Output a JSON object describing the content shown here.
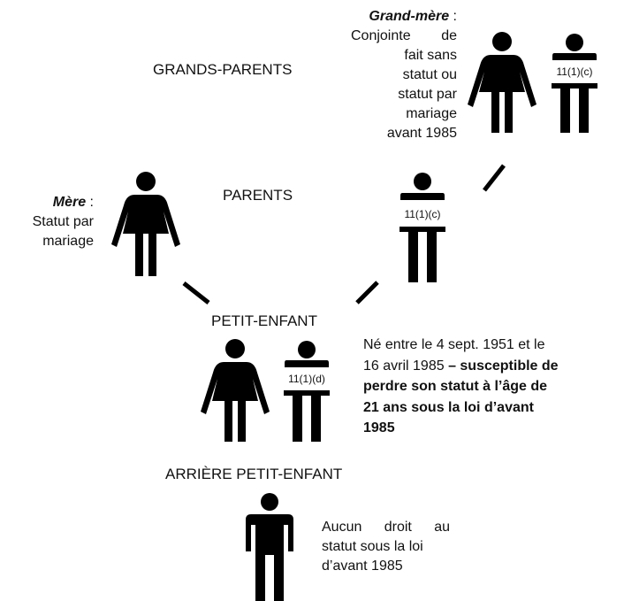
{
  "generations": {
    "grandparents": "GRANDS-PARENTS",
    "parents": "PARENTS",
    "grandchild": "PETIT-ENFANT",
    "great_grandchild": "ARRIÈRE PETIT-ENFANT"
  },
  "grandmother": {
    "title": "Grand-mère",
    "sep": " :",
    "lines": [
      "Conjointe de",
      "fait sans",
      "statut ou",
      "statut par",
      "mariage",
      "avant 1985"
    ]
  },
  "mother": {
    "title": "Mère",
    "sep": " :",
    "lines": [
      "Statut par",
      "mariage"
    ]
  },
  "codes": {
    "grandfather": "11(1)(c)",
    "father": "11(1)(c)",
    "grandchild_male": "11(1)(d)"
  },
  "grandchild_note": {
    "lines_normal": [
      "Né entre le 4 sept. 1951 et le",
      "16 avril 1985 "
    ],
    "bold_inline": "– susceptible de",
    "lines_bold": [
      "perdre son statut à l’âge de",
      "21 ans sous la loi d’avant",
      "1985"
    ]
  },
  "great_grandchild_note": {
    "lines": [
      "Aucun droit au",
      "statut sous la loi",
      "d’avant 1985"
    ]
  },
  "icons": {
    "female": "female-person-icon",
    "male": "male-person-icon",
    "color": "#000000"
  }
}
